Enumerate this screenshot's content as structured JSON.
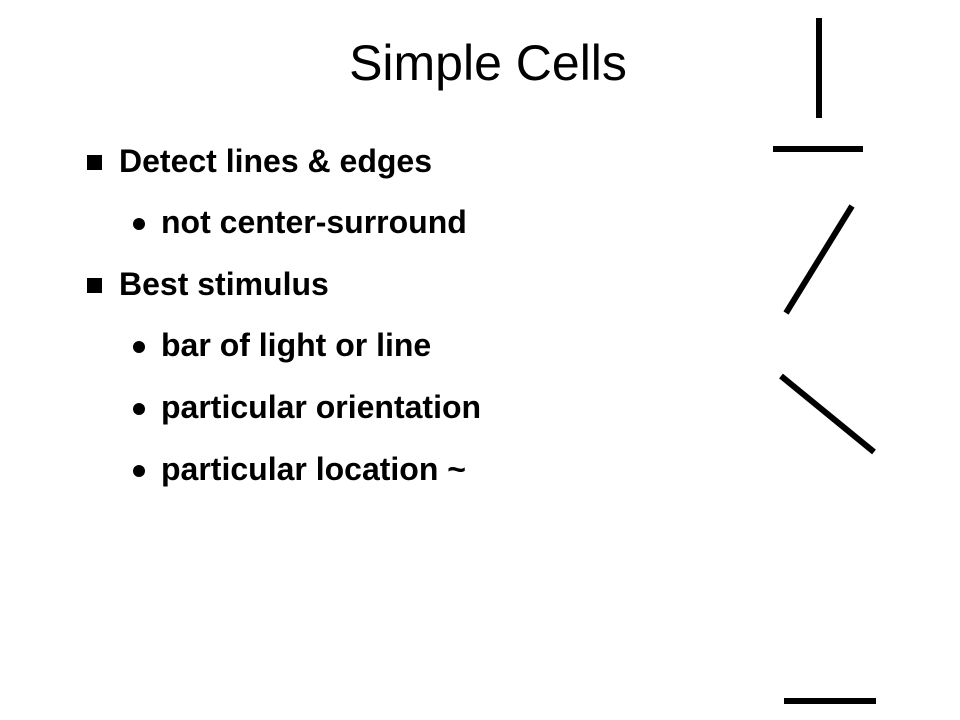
{
  "slide": {
    "title": "Simple Cells",
    "bullets": [
      {
        "level": 1,
        "text": "Detect lines & edges"
      },
      {
        "level": 2,
        "text": "not center-surround"
      },
      {
        "level": 1,
        "text": "Best stimulus"
      },
      {
        "level": 2,
        "text": "bar of light or line"
      },
      {
        "level": 2,
        "text": "particular orientation"
      },
      {
        "level": 2,
        "text": "particular location ~"
      }
    ],
    "icons": [
      "vertical-line",
      "horizontal-line",
      "diagonal-line-right",
      "diagonal-line-left",
      "horizontal-line"
    ]
  }
}
